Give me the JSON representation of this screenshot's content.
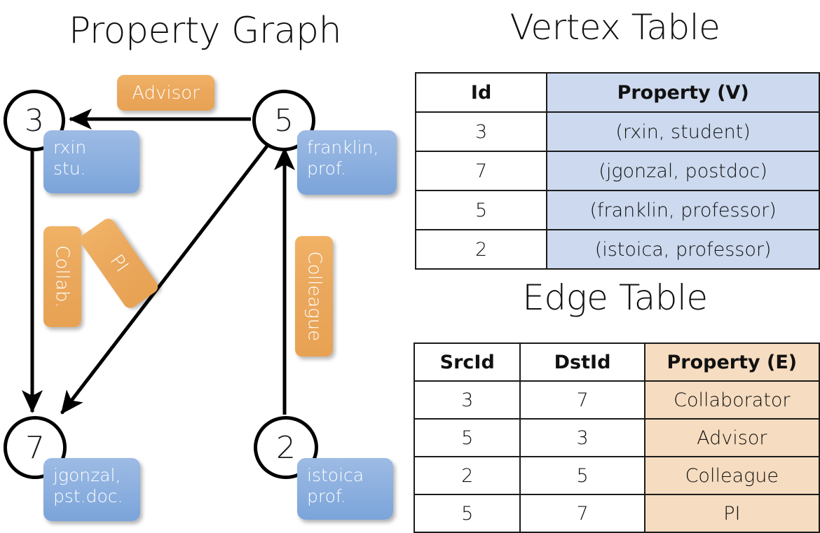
{
  "titles": {
    "graph": "Property Graph",
    "vertex_table": "Vertex Table",
    "edge_table": "Edge Table"
  },
  "graph": {
    "nodes": [
      {
        "id": "3",
        "property": "rxin\nstu."
      },
      {
        "id": "5",
        "property": "franklin,\nprof."
      },
      {
        "id": "7",
        "property": "jgonzal,\npst.doc."
      },
      {
        "id": "2",
        "property": "istoica\nprof."
      }
    ],
    "edge_labels": [
      {
        "name": "advisor",
        "text": "Advisor"
      },
      {
        "name": "collab",
        "text": "Collab."
      },
      {
        "name": "pi",
        "text": "PI"
      },
      {
        "name": "colleague",
        "text": "Colleague"
      }
    ]
  },
  "vertex_table": {
    "headers": [
      "Id",
      "Property (V)"
    ],
    "rows": [
      [
        "3",
        "(rxin, student)"
      ],
      [
        "7",
        "(jgonzal, postdoc)"
      ],
      [
        "5",
        "(franklin, professor)"
      ],
      [
        "2",
        "(istoica, professor)"
      ]
    ]
  },
  "edge_table": {
    "headers": [
      "SrcId",
      "DstId",
      "Property (E)"
    ],
    "rows": [
      [
        "3",
        "7",
        "Collaborator"
      ],
      [
        "5",
        "3",
        "Advisor"
      ],
      [
        "2",
        "5",
        "Colleague"
      ],
      [
        "5",
        "7",
        "PI"
      ]
    ]
  },
  "colors": {
    "vertex_property_fill": "#ccd9ee",
    "edge_property_fill": "#f6dcc0",
    "node_box_blue": "#8eb1e0",
    "edge_label_orange": "#eaa75c",
    "stroke": "#000000",
    "background": "#ffffff"
  },
  "chart_data": {
    "type": "diagram-graph",
    "title": "Property Graph",
    "directed": true,
    "vertices": [
      {
        "id": "3",
        "label": "rxin, student"
      },
      {
        "id": "7",
        "label": "jgonzal, postdoc"
      },
      {
        "id": "5",
        "label": "franklin, professor"
      },
      {
        "id": "2",
        "label": "istoica, professor"
      }
    ],
    "edges": [
      {
        "src": "3",
        "dst": "7",
        "property": "Collaborator"
      },
      {
        "src": "5",
        "dst": "3",
        "property": "Advisor"
      },
      {
        "src": "2",
        "dst": "5",
        "property": "Colleague"
      },
      {
        "src": "5",
        "dst": "7",
        "property": "PI"
      }
    ]
  }
}
